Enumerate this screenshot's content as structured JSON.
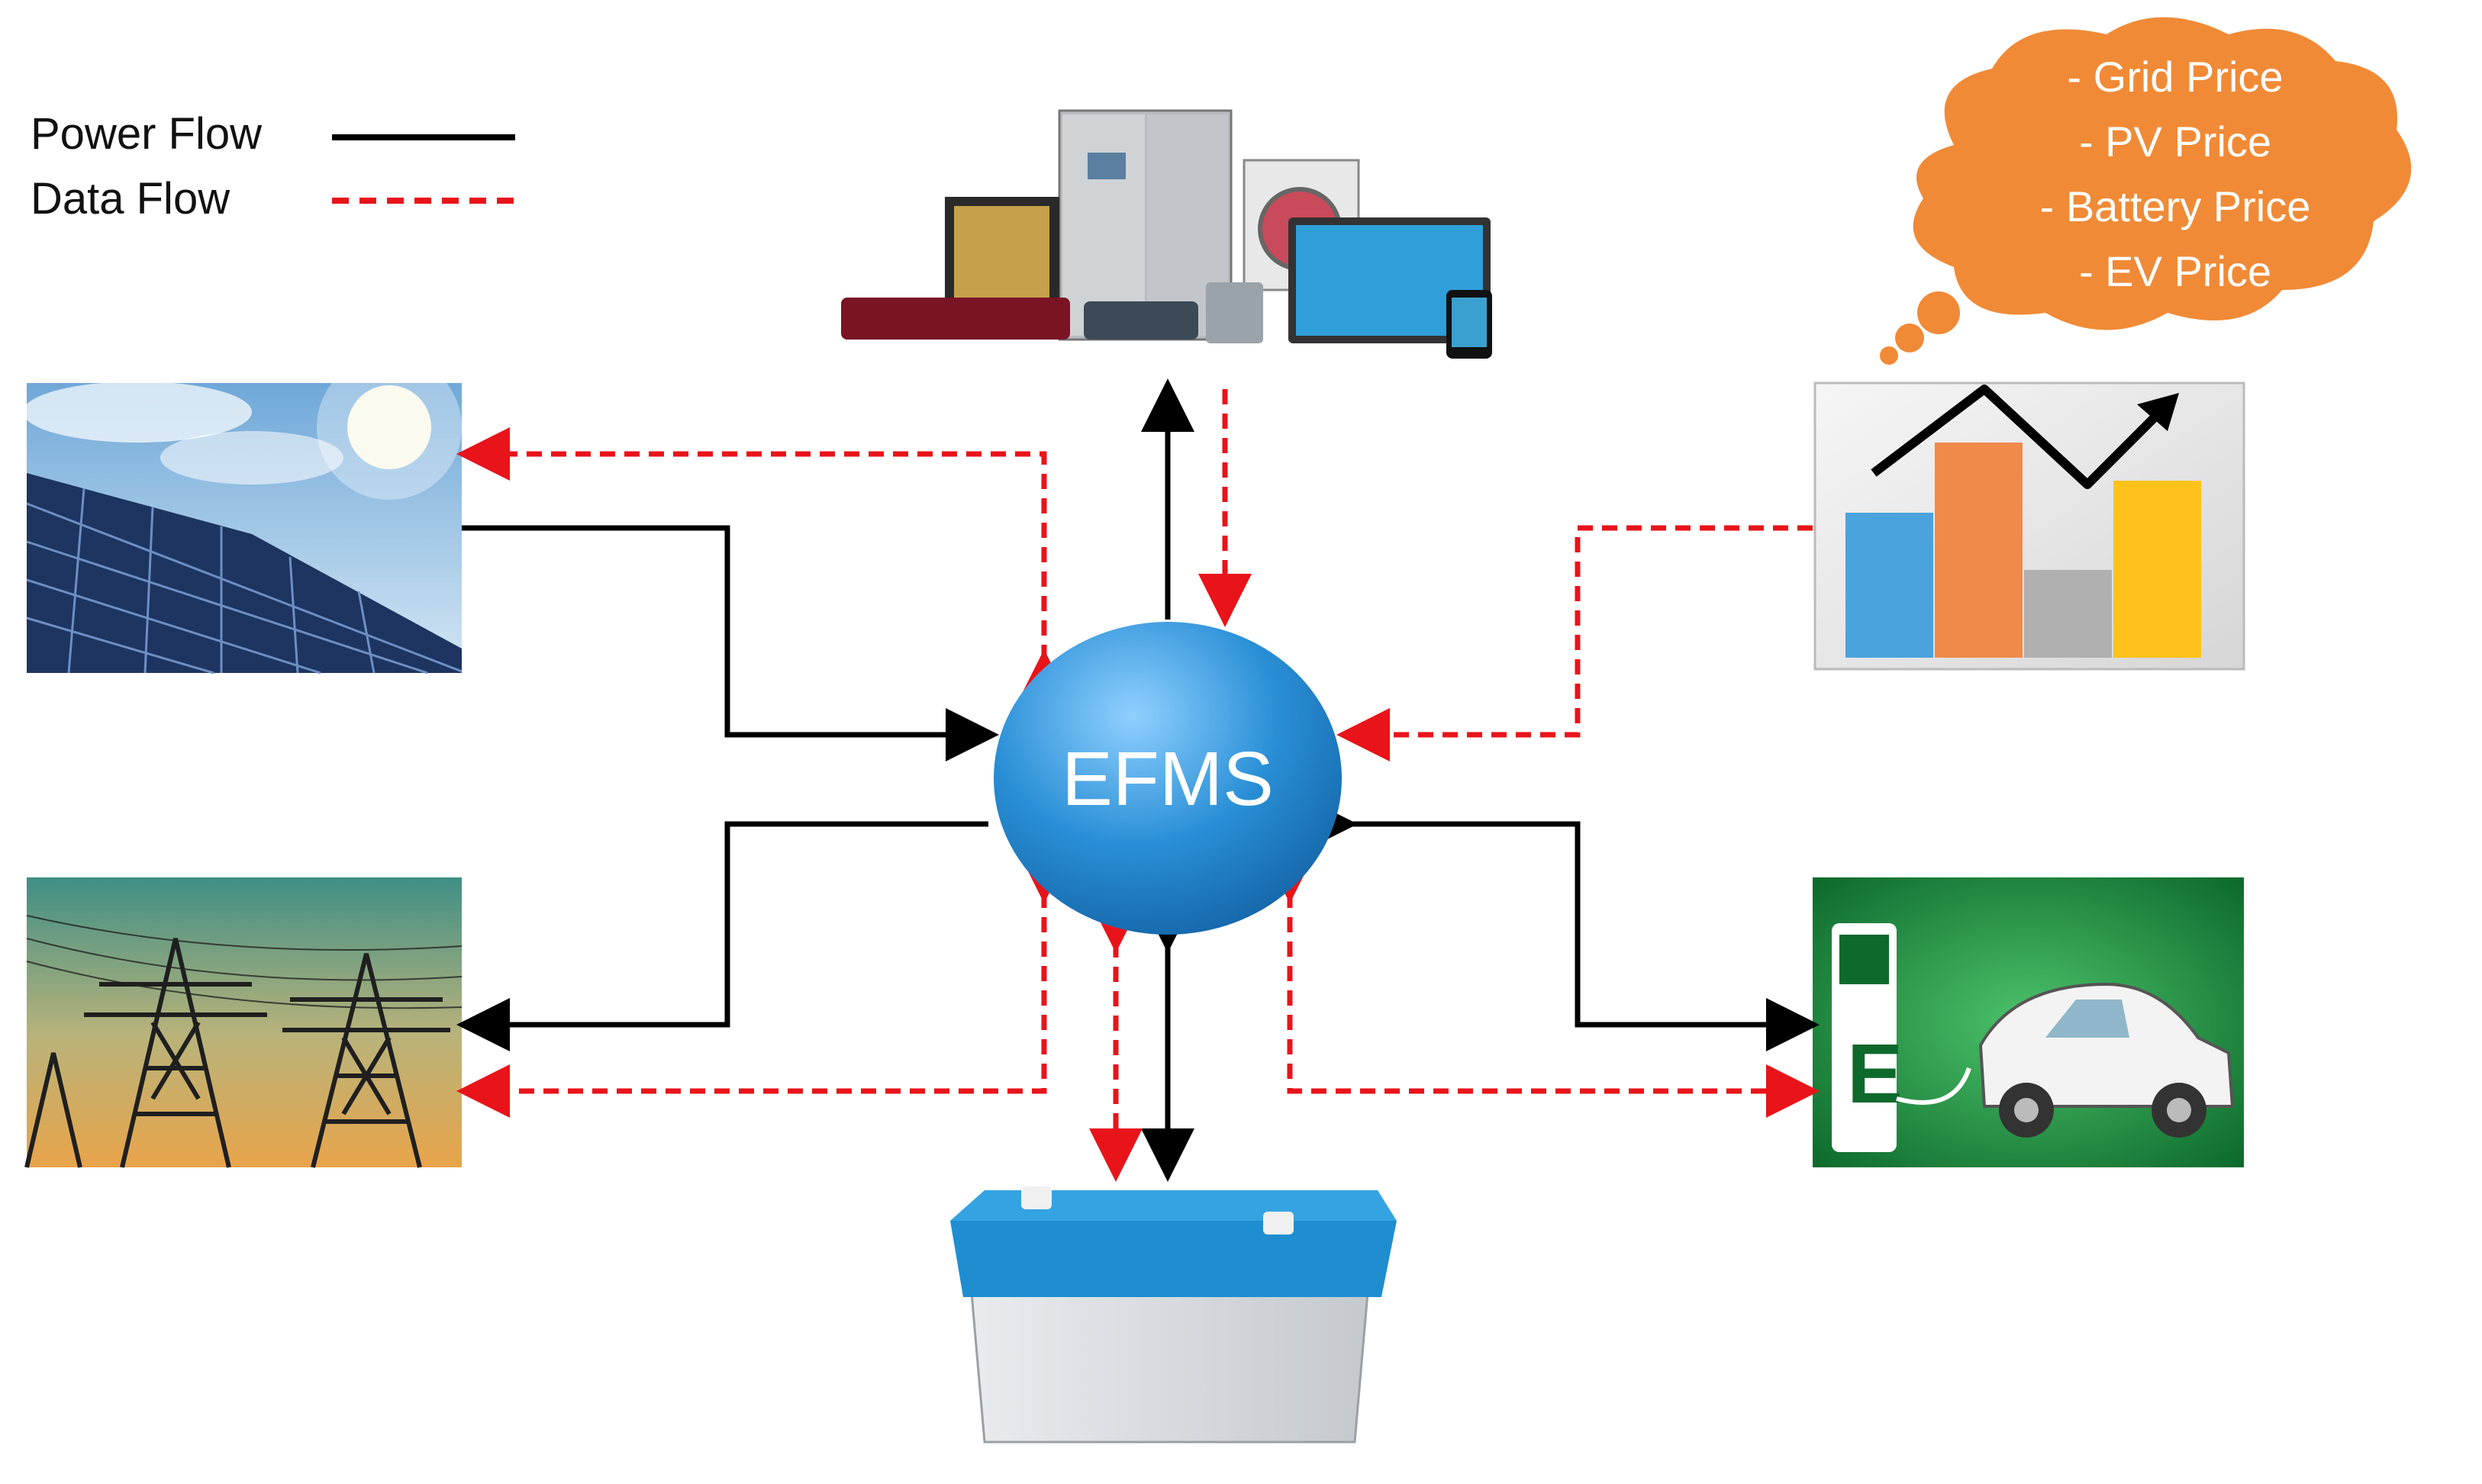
{
  "legend": {
    "power_label": "Power Flow",
    "data_label": "Data Flow"
  },
  "center": {
    "label": "EFMS"
  },
  "price_cloud": {
    "lines": [
      "- Grid Price",
      "- PV Price",
      "- Battery Price",
      "- EV Price"
    ]
  },
  "colors": {
    "power_flow": "#000000",
    "data_flow": "#e8141a",
    "hub_fill": "#2a8fd6",
    "cloud_fill": "#f08a36",
    "bar_blue": "#4aa3dd",
    "bar_orange": "#f08a4b",
    "bar_gray": "#b0b0b0",
    "bar_yellow": "#ffc21a"
  },
  "nodes": {
    "appliances": "appliances-image",
    "solar": "solar-panel-image",
    "grid": "power-grid-image",
    "battery": "battery-image",
    "ev": "ev-charging-image",
    "price_chart": "price-chart-image"
  }
}
